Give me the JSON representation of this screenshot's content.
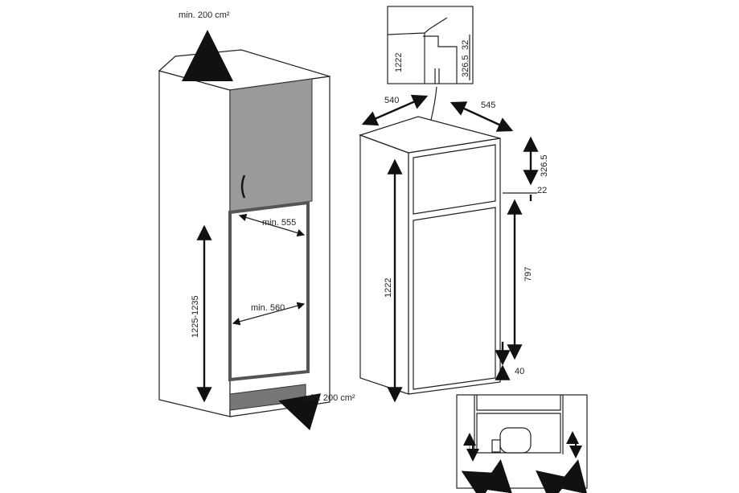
{
  "cabinet": {
    "vent_top": "min. 200 cm²",
    "vent_bottom": "min. 200 cm²",
    "width_top": "min. 555",
    "width_bottom": "min. 560",
    "height": "1225-1235"
  },
  "appliance": {
    "width": "540",
    "depth": "545",
    "height": "1222",
    "top_gap": "326.5",
    "gap_middle": "22",
    "lower_door": "797",
    "bottom": "40"
  },
  "detail_top": {
    "height": "1222",
    "gap": "32",
    "offset": "326.5"
  },
  "colors": {
    "line": "#222222",
    "door": "#9a9a9a",
    "recess": "#555555"
  }
}
